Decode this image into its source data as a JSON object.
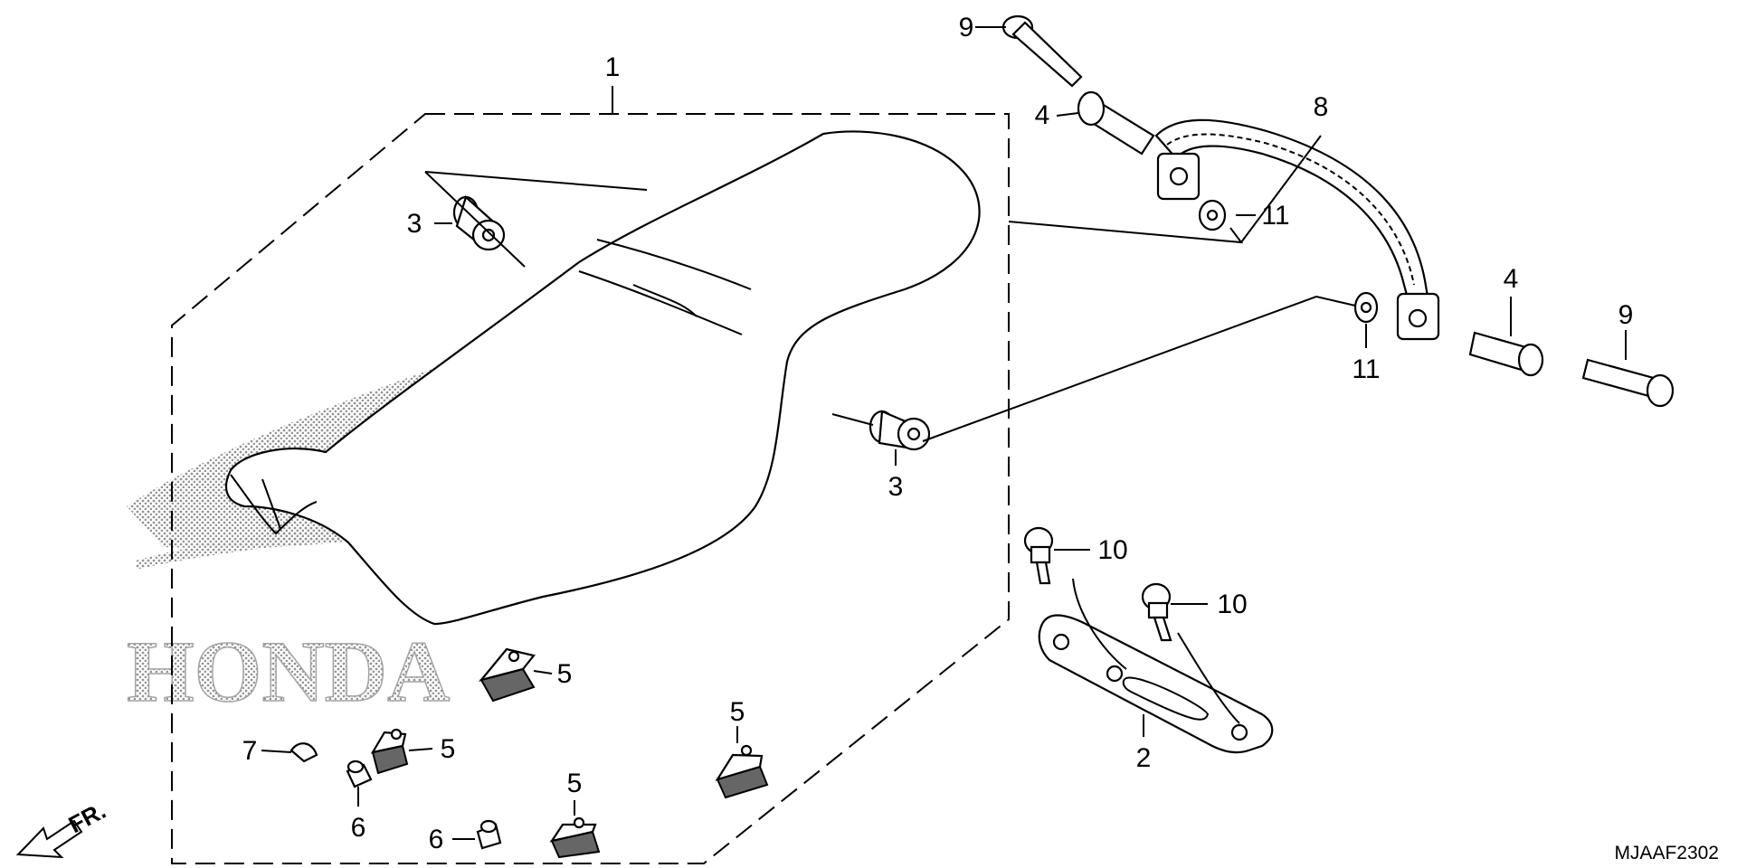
{
  "diagram": {
    "watermark": "HONDA",
    "direction_label": "FR.",
    "code": "MJAAF2302",
    "callouts": [
      {
        "id": "c1",
        "label": "1"
      },
      {
        "id": "c2",
        "label": "2"
      },
      {
        "id": "c3a",
        "label": "3"
      },
      {
        "id": "c3b",
        "label": "3"
      },
      {
        "id": "c4a",
        "label": "4"
      },
      {
        "id": "c4b",
        "label": "4"
      },
      {
        "id": "c5a",
        "label": "5"
      },
      {
        "id": "c5b",
        "label": "5"
      },
      {
        "id": "c5c",
        "label": "5"
      },
      {
        "id": "c5d",
        "label": "5"
      },
      {
        "id": "c6a",
        "label": "6"
      },
      {
        "id": "c6b",
        "label": "6"
      },
      {
        "id": "c7",
        "label": "7"
      },
      {
        "id": "c8",
        "label": "8"
      },
      {
        "id": "c9a",
        "label": "9"
      },
      {
        "id": "c9b",
        "label": "9"
      },
      {
        "id": "c10a",
        "label": "10"
      },
      {
        "id": "c10b",
        "label": "10"
      },
      {
        "id": "c11a",
        "label": "11"
      },
      {
        "id": "c11b",
        "label": "11"
      }
    ]
  }
}
